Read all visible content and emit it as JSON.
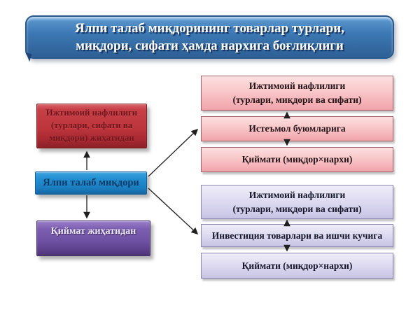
{
  "title": {
    "lines": [
      "Ялпи талаб миқдорининг товарлар турлари,",
      "миқдори, сифати ҳамда нархига боғлиқлиги"
    ]
  },
  "left_column": {
    "social_utility_box": {
      "lines": [
        "Ижтимоий нафлилиги",
        "(турлари, сифати ва",
        "миқдори) жиҳатидан"
      ]
    },
    "aggregate_demand_box": {
      "text": "Ялпи талаб миқдори"
    },
    "value_aspect_box": {
      "text": "Қиймат жиҳатидан"
    }
  },
  "right_column": {
    "consumer_group": {
      "utility_box": {
        "lines": [
          "Ижтимоий нафлилиги",
          "(турлари, миқдори ва сифати)"
        ]
      },
      "goods_box": {
        "text": "Истеъмол буюмларига"
      },
      "value_box": {
        "text": "Қиймати (миқдор×нархи)"
      }
    },
    "investment_group": {
      "utility_box": {
        "lines": [
          "Ижтимоий нафлилиги",
          "(турлари, миқдори ва сифати)"
        ]
      },
      "goods_box": {
        "text": "Инвестиция товарлари ва ишчи кучига"
      },
      "value_box": {
        "text": "Қиймати (миқдор×нархи)"
      }
    }
  },
  "colors": {
    "banner_blue": "#33689f",
    "box_red": "#bd353d",
    "box_blue": "#1b7ec1",
    "box_purple": "#6e51a3",
    "box_pink": "#f3abb1",
    "box_lavender": "#cdc9e8",
    "arrow": "#1f1f1f",
    "background": "#ffffff"
  }
}
